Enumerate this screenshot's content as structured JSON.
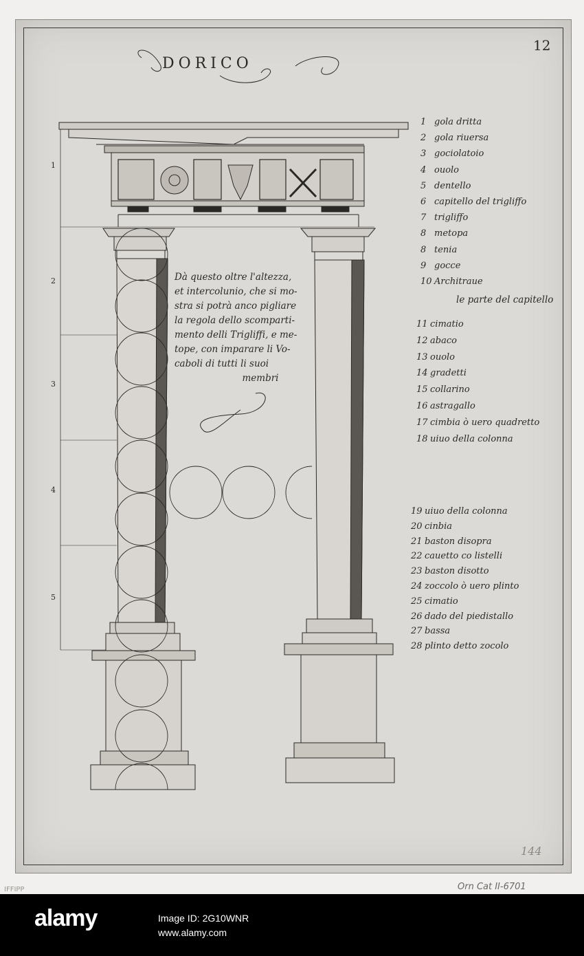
{
  "plate": {
    "title": "DORICO",
    "plate_number": "12",
    "sheet_number": "144",
    "scale_marks": [
      "1",
      "2",
      "3",
      "4",
      "5"
    ]
  },
  "note": {
    "lines": [
      "Dà questo oltre l'altezza,",
      "et intercolunio, che si mo-",
      "stra si potrà anco pigliare",
      "la regola dello scomparti-",
      "mento delli Trigliffi, e me-",
      "tope, con imparare li Vo-",
      "caboli di tutti li suoi"
    ],
    "last_word": "membri"
  },
  "legend_top": [
    {
      "num": "1",
      "label": "gola dritta"
    },
    {
      "num": "2",
      "label": "gola riuersa"
    },
    {
      "num": "3",
      "label": "gociolatoio"
    },
    {
      "num": "4",
      "label": "ouolo"
    },
    {
      "num": "5",
      "label": "dentello"
    },
    {
      "num": "6",
      "label": "capitello del trigliffo"
    },
    {
      "num": "7",
      "label": "trigliffo"
    },
    {
      "num": "8",
      "label": "metopa"
    },
    {
      "num": "8",
      "label": "tenia"
    },
    {
      "num": "9",
      "label": "gocce"
    },
    {
      "num": "10",
      "label": "Architraue"
    }
  ],
  "capitello_heading": "le parte del capitello",
  "legend_capital": [
    {
      "num": "11",
      "label": "cimatio"
    },
    {
      "num": "12",
      "label": "abaco"
    },
    {
      "num": "13",
      "label": "ouolo"
    },
    {
      "num": "14",
      "label": "gradetti"
    },
    {
      "num": "15",
      "label": "collarino"
    },
    {
      "num": "16",
      "label": "astragallo"
    },
    {
      "num": "17",
      "label": "cimbia ò uero quadretto"
    },
    {
      "num": "18",
      "label": "uiuo della colonna"
    }
  ],
  "legend_base": [
    {
      "num": "19",
      "label": "uiuo della colonna"
    },
    {
      "num": "20",
      "label": "cinbia"
    },
    {
      "num": "21",
      "label": "baston disopra"
    },
    {
      "num": "22",
      "label": "cauetto co listelli"
    },
    {
      "num": "23",
      "label": "baston disotto"
    },
    {
      "num": "24",
      "label": "zoccolo ò uero plinto"
    },
    {
      "num": "25",
      "label": "cimatio"
    },
    {
      "num": "26",
      "label": "dado del piedistallo"
    },
    {
      "num": "27",
      "label": "bassa"
    },
    {
      "num": "28",
      "label": "plinto detto zocolo"
    }
  ],
  "marks": {
    "collection": "Orn Cat II-6701",
    "left_corner": "IFFIPP"
  },
  "watermark": {
    "logo": "alamy",
    "image_id": "Image ID: 2G10WNR",
    "url": "www.alamy.com"
  },
  "colors": {
    "ink": "#2b2926",
    "plate": "#dcdad6",
    "paper": "#f1f0ee"
  }
}
